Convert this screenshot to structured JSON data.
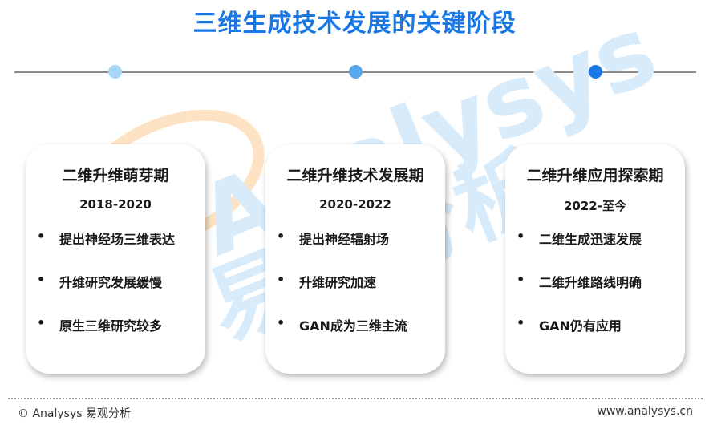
{
  "title": "三维生成技术发展的关键阶段",
  "timeline": {
    "line_color": "#8a8a8a",
    "dot_colors": [
      "#a8d6f6",
      "#5aa8ec",
      "#1a78e4"
    ]
  },
  "watermark": {
    "brand": "Analysys",
    "cn": "易观分析",
    "color": "#d7ebfa",
    "accent_color": "#fde3c4"
  },
  "stages": [
    {
      "title": "二维升维萌芽期",
      "period": "2018-2020",
      "bullets": [
        "提出神经场三维表达",
        "升维研究发展缓慢",
        "原生三维研究较多"
      ]
    },
    {
      "title": "二维升维技术发展期",
      "period": "2020-2022",
      "bullets": [
        "提出神经辐射场",
        "升维研究加速",
        "GAN成为三维主流"
      ]
    },
    {
      "title": "二维升维应用探索期",
      "period": "2022-至今",
      "bullets": [
        "二维生成迅速发展",
        "二维升维路线明确",
        "GAN仍有应用"
      ]
    }
  ],
  "bullet_symbol": "•",
  "footer": {
    "left": "© Analysys 易观分析",
    "right": "www.analysys.cn"
  }
}
